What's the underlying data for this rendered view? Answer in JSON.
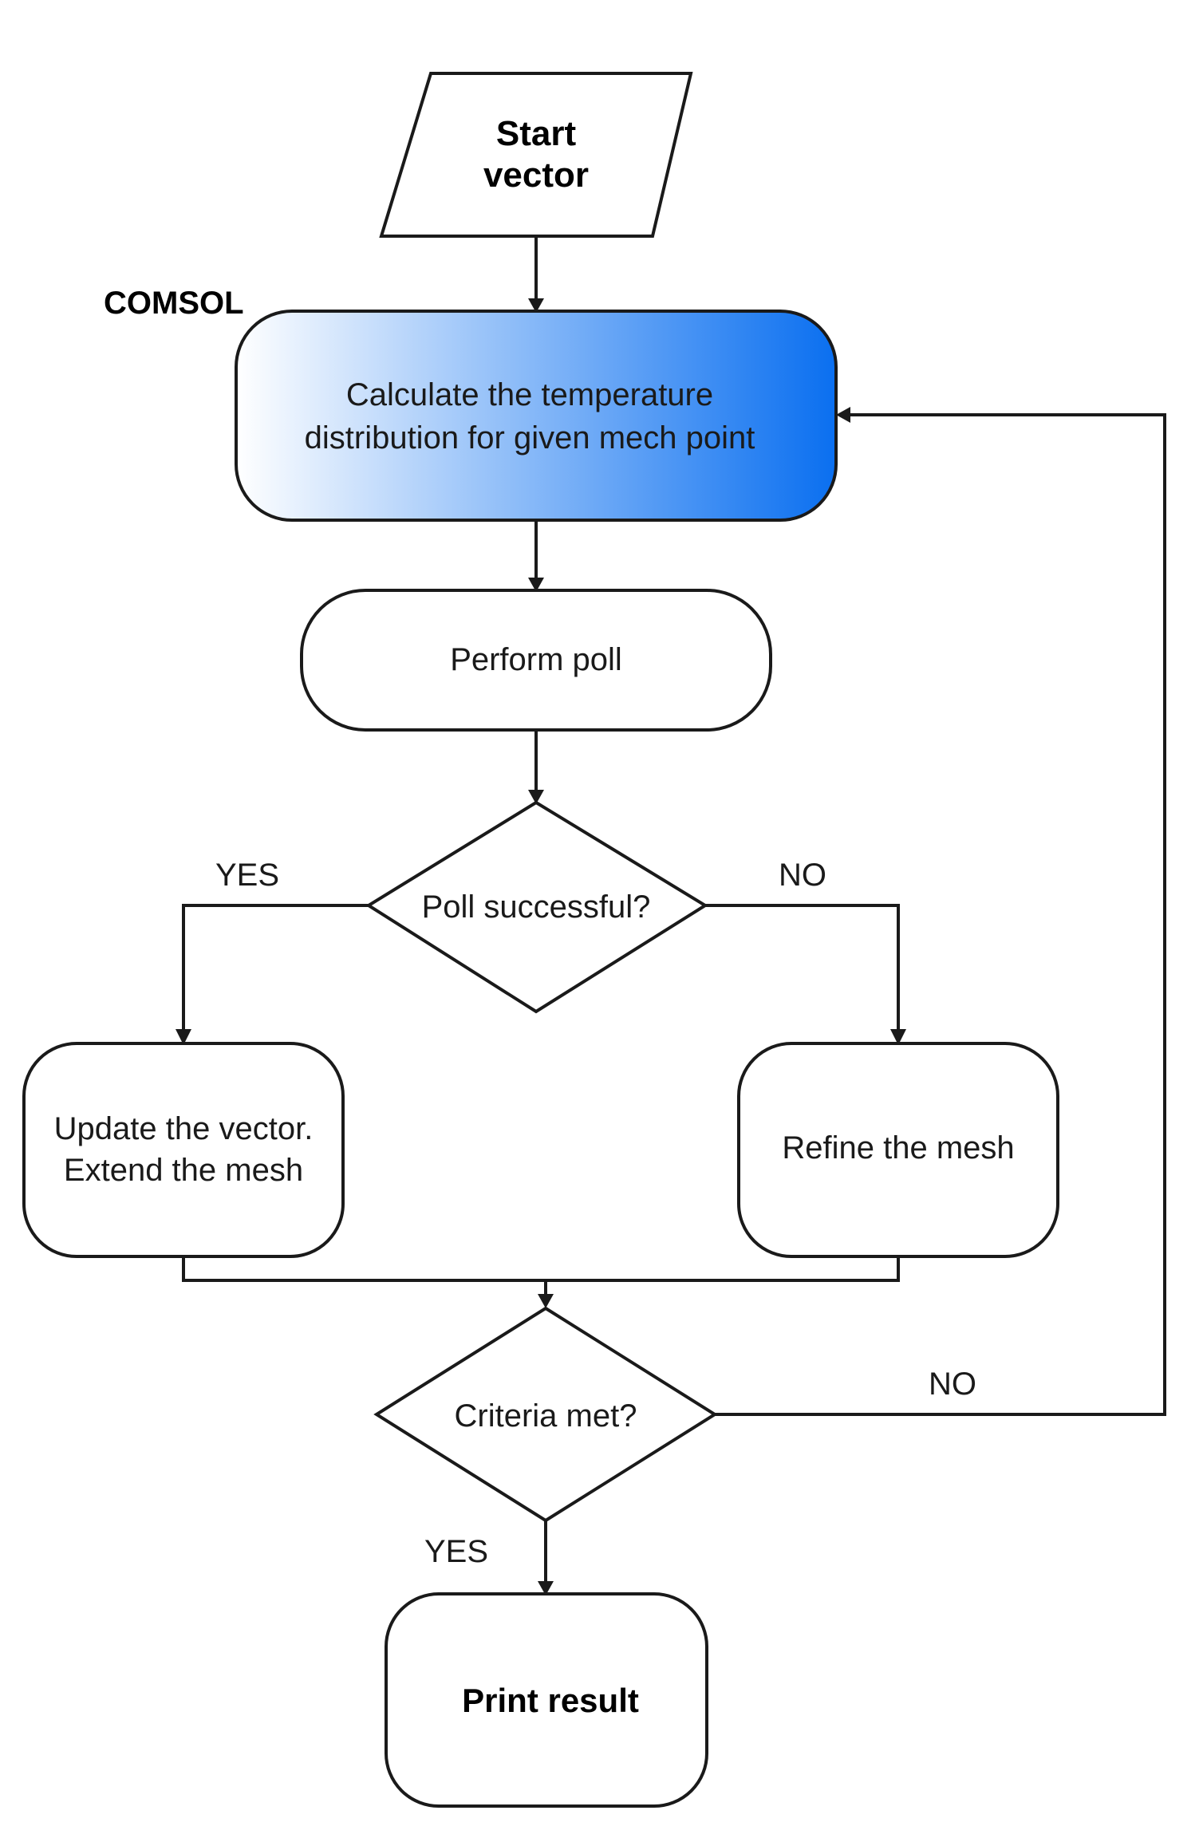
{
  "diagram": {
    "side_label": "COMSOL",
    "nodes": {
      "start": [
        "Start",
        "vector"
      ],
      "calculate": [
        "Calculate the temperature",
        "distribution for given mech point"
      ],
      "perform_poll": "Perform poll",
      "poll_decision": "Poll successful?",
      "update": [
        "Update the vector.",
        "Extend the mesh"
      ],
      "refine": "Refine the mesh",
      "criteria_decision": "Criteria met?",
      "print": "Print result"
    },
    "edge_labels": {
      "poll_yes": "YES",
      "poll_no": "NO",
      "criteria_no": "NO",
      "criteria_yes": "YES"
    },
    "colors": {
      "calculate_fill_start": "#ffffff",
      "calculate_fill_end": "#0a6ff0",
      "stroke": "#1a1a1a"
    }
  }
}
